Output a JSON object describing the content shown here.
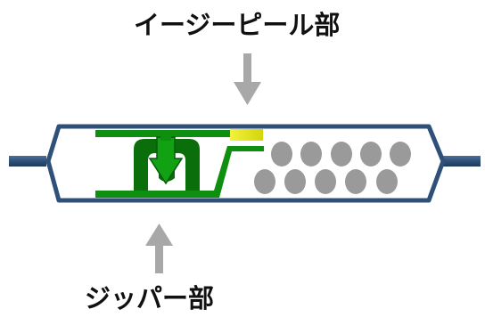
{
  "labels": {
    "easy_peel": "イージーピール部",
    "zipper": "ジッパー部"
  },
  "colors": {
    "outline": "#3a5a80",
    "outline_dark": "#23405f",
    "zipper_green": "#0f8f0f",
    "zipper_dark": "#0a6e0a",
    "peel_yellow": "#e6e619",
    "contents_gray": "#9a9a9a",
    "arrow_gray": "#a8a8a8"
  },
  "contents_rows": [
    5,
    5
  ]
}
